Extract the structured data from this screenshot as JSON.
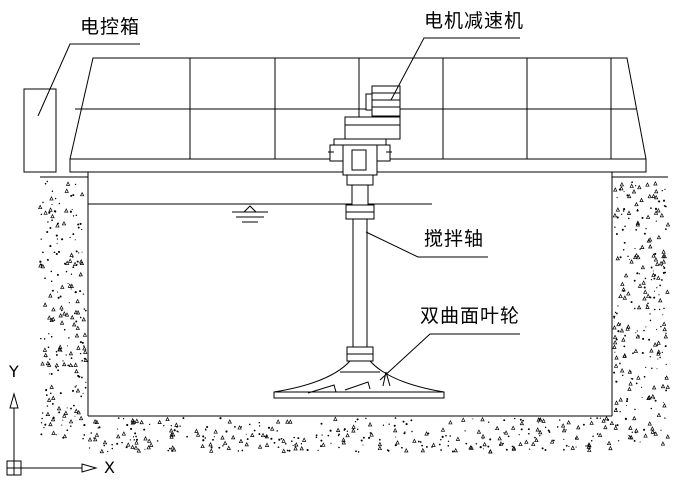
{
  "labels": {
    "control_box": "电控箱",
    "motor_reducer": "电机减速机",
    "mixer_shaft": "搅拌轴",
    "hyperboloid_impeller": "双曲面叶轮"
  },
  "ucs": {
    "y_axis": "Y",
    "x_axis": "X"
  },
  "colors": {
    "line": "#000000",
    "background": "#ffffff"
  }
}
